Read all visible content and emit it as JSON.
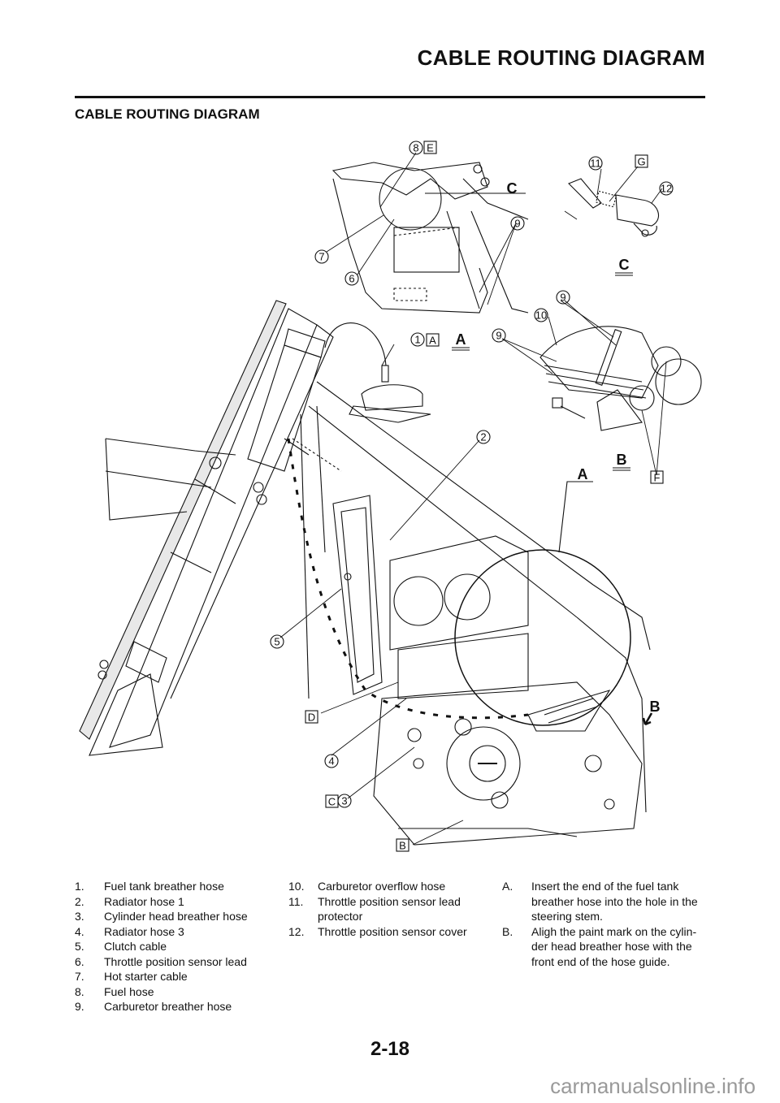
{
  "header": {
    "title": "CABLE ROUTING DIAGRAM"
  },
  "section": {
    "title": "CABLE ROUTING DIAGRAM"
  },
  "diagram": {
    "callouts": {
      "n1": "1",
      "n2": "2",
      "n3": "3",
      "n4": "4",
      "n5": "5",
      "n6": "6",
      "n7": "7",
      "n8": "8",
      "n9a": "9",
      "n9b": "9",
      "n9c": "9",
      "n10": "10",
      "n11": "11",
      "n12": "12"
    },
    "letters": {
      "A": "A",
      "B": "B",
      "C": "C",
      "D": "D",
      "E": "E",
      "F": "F",
      "G": "G"
    },
    "views": {
      "A_detail": "A",
      "A_circle": "A",
      "B_detail": "B",
      "B_arrow": "B",
      "C_circle": "C",
      "C_detail": "C"
    }
  },
  "legend": {
    "parts": [
      {
        "num": "1.",
        "text": "Fuel tank breather hose"
      },
      {
        "num": "2.",
        "text": "Radiator hose 1"
      },
      {
        "num": "3.",
        "text": "Cylinder head breather hose"
      },
      {
        "num": "4.",
        "text": "Radiator hose 3"
      },
      {
        "num": "5.",
        "text": "Clutch cable"
      },
      {
        "num": "6.",
        "text": "Throttle position sensor lead"
      },
      {
        "num": "7.",
        "text": "Hot starter cable"
      },
      {
        "num": "8.",
        "text": "Fuel hose"
      },
      {
        "num": "9.",
        "text": "Carburetor breather hose"
      },
      {
        "num": "10.",
        "text": "Carburetor overflow hose"
      },
      {
        "num": "11.",
        "text": "Throttle position sensor lead protector"
      },
      {
        "num": "12.",
        "text": "Throttle position sensor cover"
      }
    ],
    "notes": [
      {
        "num": "A.",
        "text": "Insert the end of the fuel tank breather hose into the hole in the steering stem."
      },
      {
        "num": "B.",
        "text": "Aligh the paint mark on the cylin-der head breather hose with the front end of the hose guide."
      }
    ]
  },
  "footer": {
    "page_number": "2-18",
    "watermark": "carmanualsonline.info"
  }
}
